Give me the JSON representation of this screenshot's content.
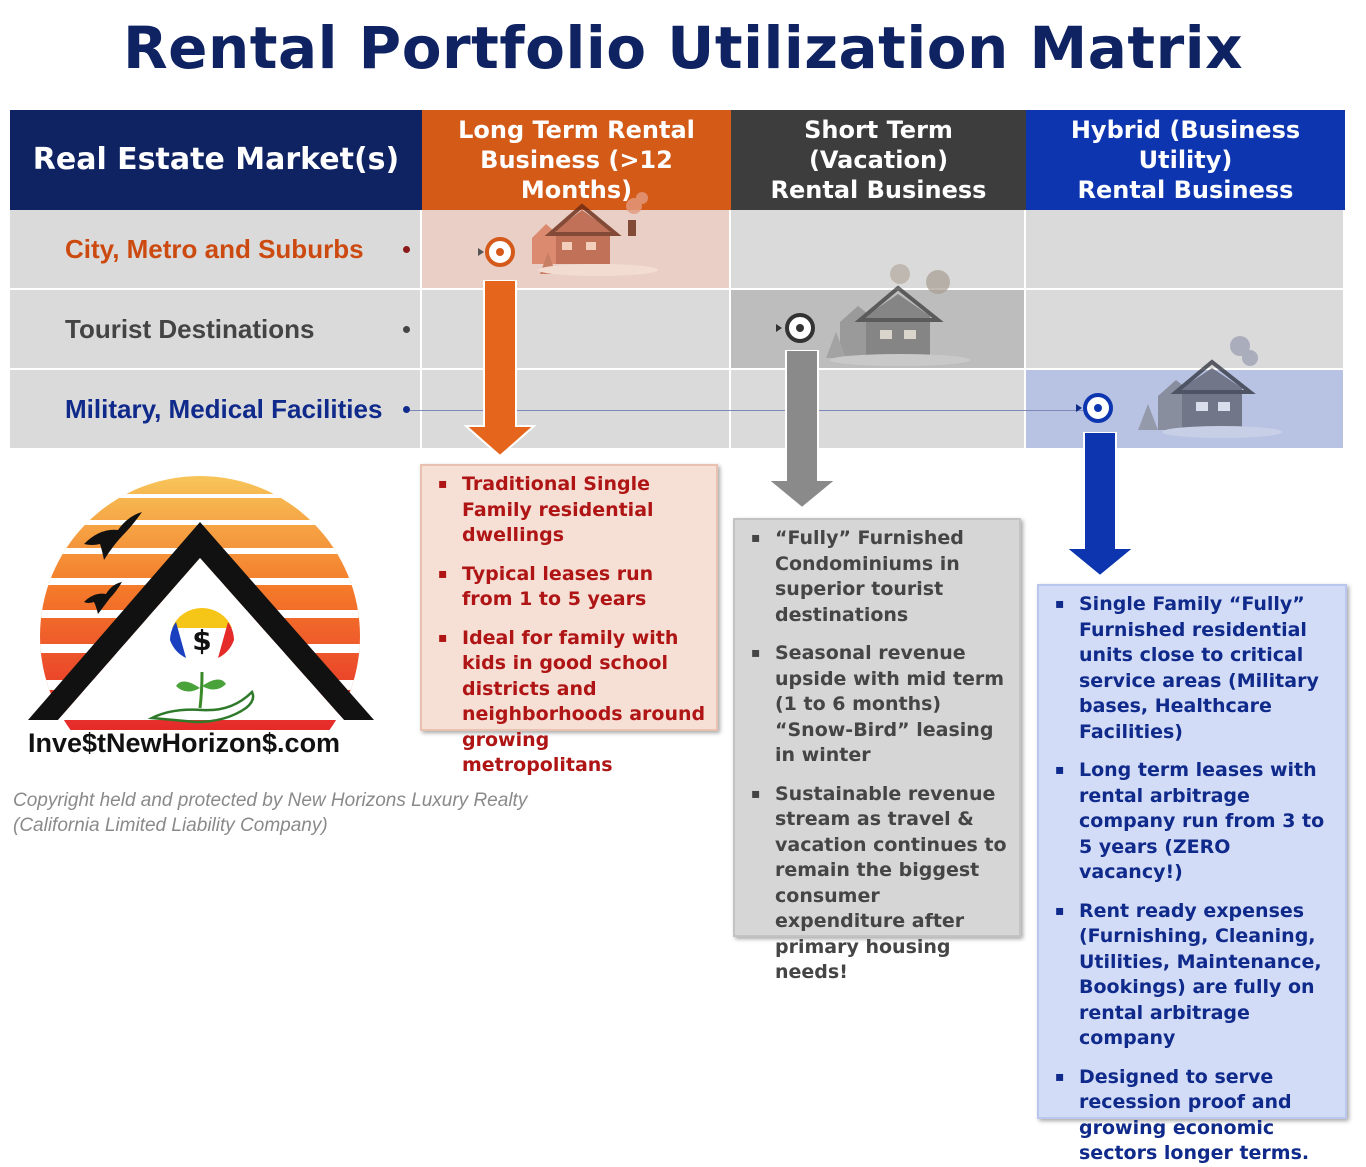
{
  "title": "Rental Portfolio Utilization Matrix",
  "header": {
    "market": "Real Estate Market(s)",
    "long_term": [
      "Long Term Rental",
      "Business (>12 Months)"
    ],
    "short_term": [
      "Short Term (Vacation)",
      "Rental Business"
    ],
    "hybrid": [
      "Hybrid (Business Utility)",
      "Rental Business"
    ]
  },
  "rows": [
    {
      "label": "City, Metro and Suburbs",
      "color": "#cc4a10"
    },
    {
      "label": "Tourist Destinations",
      "color": "#444444"
    },
    {
      "label": "Military, Medical Facilities",
      "color": "#0f2a8a"
    }
  ],
  "long_term_points": [
    "Traditional Single Family residential dwellings",
    "Typical leases run from 1 to 5 years",
    "Ideal for family with kids in good school districts and neighborhoods around growing metropolitans"
  ],
  "short_term_points": [
    "“Fully” Furnished Condominiums in superior tourist destinations",
    "Seasonal revenue upside with mid term (1 to 6 months) “Snow-Bird” leasing in winter",
    "Sustainable revenue stream as travel & vacation continues to remain the biggest consumer expenditure after primary housing needs!"
  ],
  "hybrid_points": [
    "Single Family “Fully” Furnished residential units close to critical service areas (Military bases, Healthcare Facilities)",
    "Long term leases with rental arbitrage company run from 3 to 5 years (ZERO vacancy!)",
    "Rent ready expenses (Furnishing, Cleaning, Utilities, Maintenance, Bookings) are fully on rental arbitrage company",
    "Designed to serve recession proof and growing economic sectors longer terms."
  ],
  "bullet": "▪",
  "logo": {
    "text": "Inve$tNewHorizon$.com",
    "icon": "house-sunset-logo",
    "symbol": "$"
  },
  "copyright": [
    "Copyright held and protected by New Horizons Luxury Realty",
    "(California Limited Liability Company)"
  ],
  "colors": {
    "navy": "#0f2363",
    "orange": "#d45a18",
    "dark_gray": "#3d3d3d",
    "blue": "#0d35b0"
  }
}
